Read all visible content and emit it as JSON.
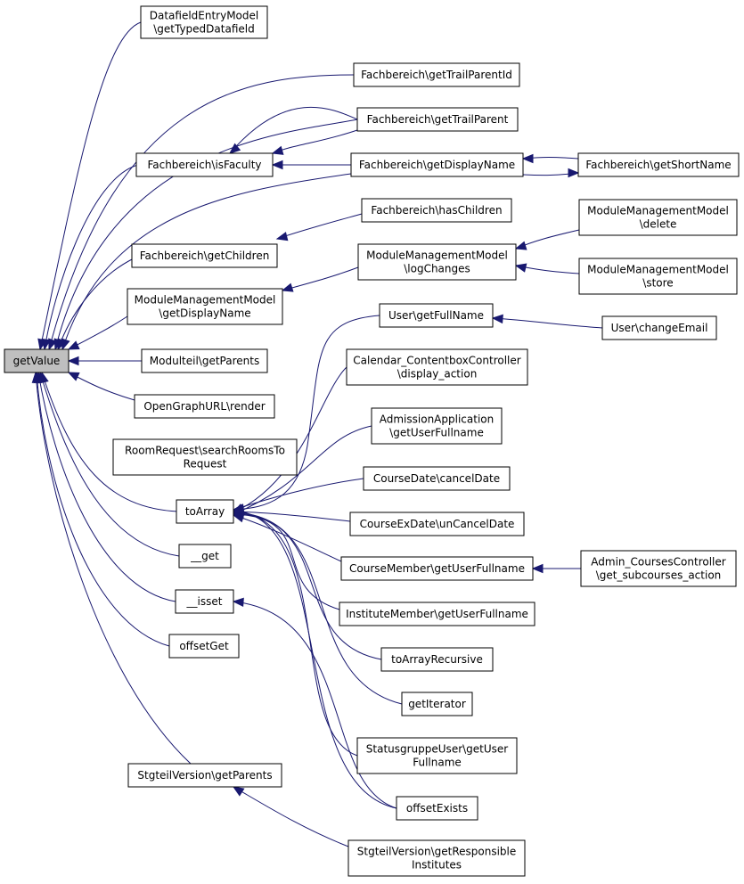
{
  "nodes": {
    "getValue": [
      "getValue"
    ],
    "datafieldEntry": [
      "DatafieldEntryModel",
      "\\getTypedDatafield"
    ],
    "fachGetTrailParentId": [
      "Fachbereich\\getTrailParentId"
    ],
    "fachGetTrailParent": [
      "Fachbereich\\getTrailParent"
    ],
    "fachIsFaculty": [
      "Fachbereich\\isFaculty"
    ],
    "fachGetDisplayName": [
      "Fachbereich\\getDisplayName"
    ],
    "fachGetShortName": [
      "Fachbereich\\getShortName"
    ],
    "fachHasChildren": [
      "Fachbereich\\hasChildren"
    ],
    "fachGetChildren": [
      "Fachbereich\\getChildren"
    ],
    "mmmDelete": [
      "ModuleManagementModel",
      "\\delete"
    ],
    "mmmLogChanges": [
      "ModuleManagementModel",
      "\\logChanges"
    ],
    "mmmStore": [
      "ModuleManagementModel",
      "\\store"
    ],
    "mmmGetDisplayName": [
      "ModuleManagementModel",
      "\\getDisplayName"
    ],
    "userGetFullName": [
      "User\\getFullName"
    ],
    "userChangeEmail": [
      "User\\changeEmail"
    ],
    "modulteilGetParents": [
      "Modulteil\\getParents"
    ],
    "calendarDisplay": [
      "Calendar_ContentboxController",
      "\\display_action"
    ],
    "openGraphRender": [
      "OpenGraphURL\\render"
    ],
    "admissionApp": [
      "AdmissionApplication",
      "\\getUserFullname"
    ],
    "roomRequest": [
      "RoomRequest\\searchRoomsTo",
      "Request"
    ],
    "courseDateCancel": [
      "CourseDate\\cancelDate"
    ],
    "toArray": [
      "toArray"
    ],
    "courseExDateUncancel": [
      "CourseExDate\\unCancelDate"
    ],
    "courseMember": [
      "CourseMember\\getUserFullname"
    ],
    "adminCourses": [
      "Admin_CoursesController",
      "\\get_subcourses_action"
    ],
    "magicGet": [
      "__get"
    ],
    "magicIsset": [
      "__isset"
    ],
    "instituteMember": [
      "InstituteMember\\getUserFullname"
    ],
    "offsetGet": [
      "offsetGet"
    ],
    "toArrayRecursive": [
      "toArrayRecursive"
    ],
    "getIterator": [
      "getIterator"
    ],
    "statusgruppeUser": [
      "StatusgruppeUser\\getUser",
      "Fullname"
    ],
    "stgteilGetParents": [
      "StgteilVersion\\getParents"
    ],
    "offsetExists": [
      "offsetExists"
    ],
    "stgteilResponsible": [
      "StgteilVersion\\getResponsible",
      "Institutes"
    ]
  }
}
